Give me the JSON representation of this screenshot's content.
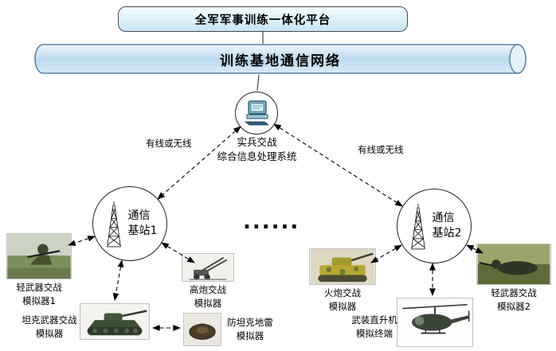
{
  "platform": {
    "title": "全军军事训练一体化平台"
  },
  "network": {
    "title": "训练基地通信网络"
  },
  "processor": {
    "line1": "实兵交战",
    "line2": "综合信息处理系统"
  },
  "links": {
    "left": "有线或无线",
    "right": "有线或无线"
  },
  "stations": {
    "left": {
      "line1": "通信",
      "line2": "基站1"
    },
    "right": {
      "line1": "通信",
      "line2": "基站2"
    }
  },
  "separator": {
    "dots": "......"
  },
  "simulators": {
    "light1": {
      "line1": "轻武器交战",
      "line2": "模拟器1",
      "image": "soldier-photo-1"
    },
    "aagun": {
      "line1": "高炮交战",
      "line2": "模拟器",
      "image": "anti-aircraft-gun-photo"
    },
    "tank": {
      "line1": "坦克武器交战",
      "line2": "模拟器",
      "image": "tank-photo"
    },
    "mine": {
      "line1": "防坦克地雷",
      "line2": "模拟器",
      "image": "anti-tank-mine-photo"
    },
    "artillery": {
      "line1": "火炮交战",
      "line2": "模拟器",
      "image": "artillery-photo"
    },
    "helicopter": {
      "line1": "武装直升机",
      "line2": "模拟终端",
      "image": "attack-helicopter-photo"
    },
    "light2": {
      "line1": "轻武器交战",
      "line2": "模拟器2",
      "image": "soldier-photo-2"
    }
  },
  "colors": {
    "platform_fill": "#d8effa",
    "cylinder_fill": "#c9e2f3",
    "cylinder_stroke": "#5b82a6",
    "line": "#000000"
  }
}
